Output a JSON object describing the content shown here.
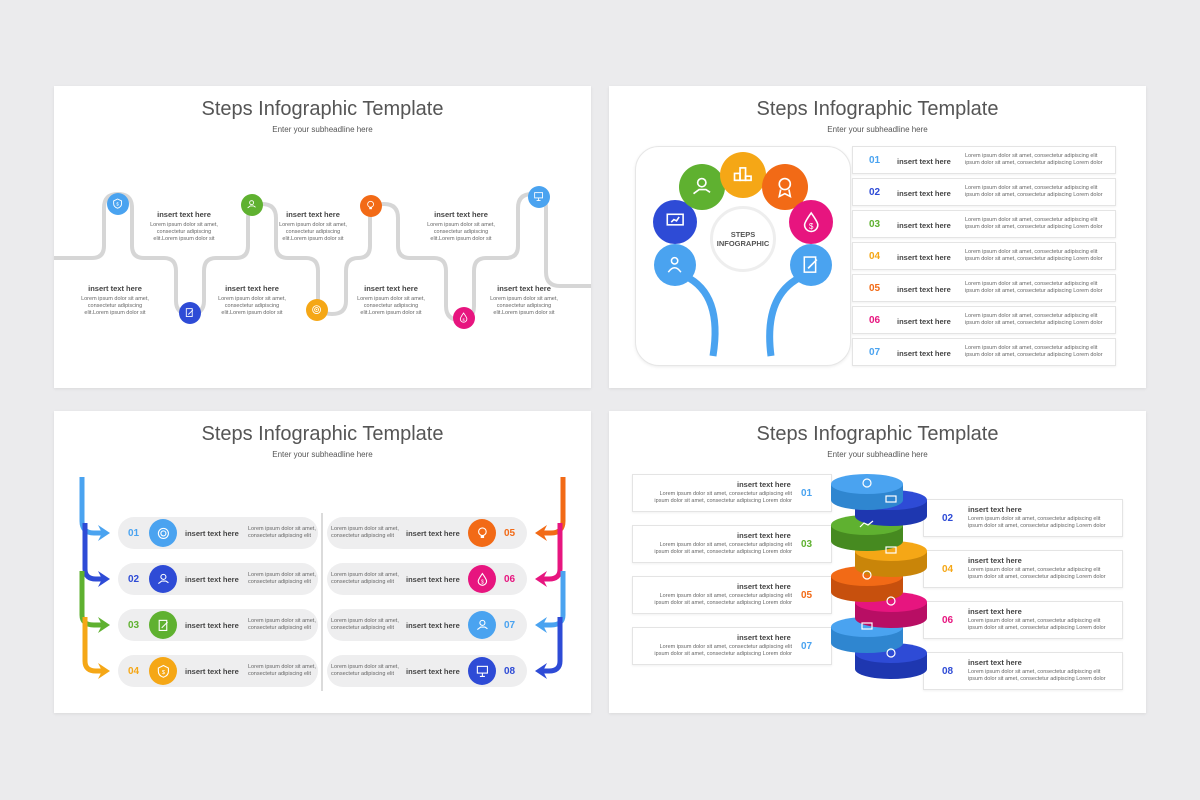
{
  "title": "Steps Infographic Template",
  "subtitle": "Enter your subheadline here",
  "heading": "insert text here",
  "lorem_short": "Lorem ipsum dolor sit amet, consectetur adipiscing elit.Lorem ipsum dolor sit",
  "lorem_mid": "Lorem ipsum dolor sit amet, consectetur adipiscing elit",
  "lorem_long": "Lorem ipsum dolor sit amet, consectetur adipiscing elit ipsum dolor sit amet, consectetur adipiscing Lorem dolor",
  "center_label_1": "STEPS",
  "center_label_2": "INFOGRAPHIC",
  "numbers": [
    "01",
    "02",
    "03",
    "04",
    "05",
    "06",
    "07",
    "08"
  ],
  "colors": {
    "light_blue": "#4aa3f0",
    "dark_blue": "#2e4bd6",
    "green": "#5fb130",
    "yellow": "#f5a716",
    "orange": "#f26a16",
    "magenta": "#e7157f",
    "gray_path": "#d6d6d6"
  },
  "icons": [
    "dollar-shield-icon",
    "document-pen-icon",
    "hand-coin-icon",
    "target-icon",
    "bulb-icon",
    "dollar-drop-icon",
    "presentation-icon",
    "people-icon",
    "award-icon",
    "chart-icon",
    "trophy-icon",
    "stamp-icon"
  ]
}
